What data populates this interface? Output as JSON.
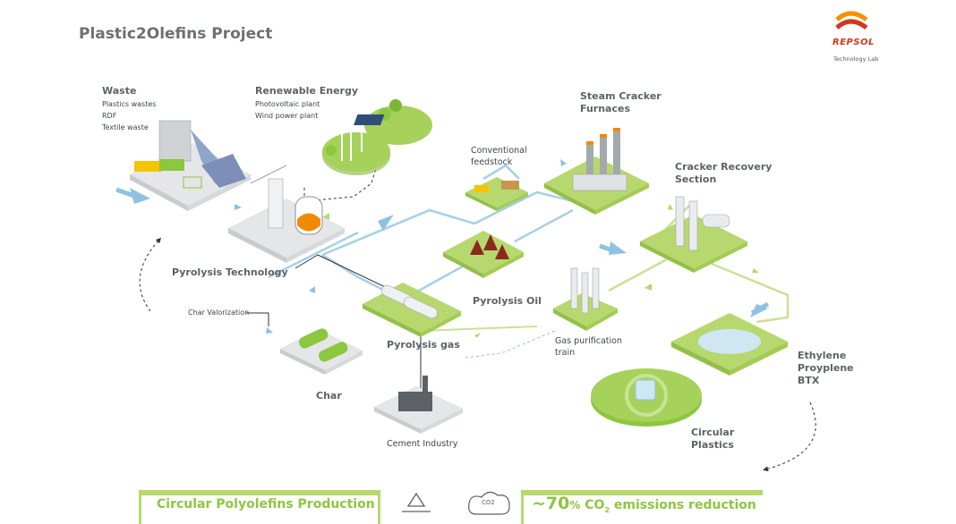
{
  "title": "Plastic2Olefins Project",
  "logo": {
    "brand": "REPSOL",
    "subtitle": "Technology Lab"
  },
  "waste": {
    "title": "Waste",
    "items": [
      "Plastics wastes",
      "RDF",
      "Textile waste"
    ]
  },
  "renewable": {
    "title": "Renewable Energy",
    "items": [
      "Photovoltaic plant",
      "Wind power plant"
    ]
  },
  "steam_cracker": {
    "line1": "Steam Cracker",
    "line2": "Furnaces"
  },
  "conventional": {
    "line1": "Conventional",
    "line2": "feedstock"
  },
  "cracker_recovery": {
    "line1": "Cracker Recovery",
    "line2": "Section"
  },
  "pyrolysis_technology": "Pyrolysis Technology",
  "pyrolysis_oil": "Pyrolysis Oil",
  "char_valorization": "Char Valorization",
  "pyrolysis_gas": "Pyrolysis gas",
  "gas_purification": {
    "line1": "Gas purification",
    "line2": "train"
  },
  "products": {
    "line1": "Ethylene",
    "line2": "Proyplene",
    "line3": "BTX"
  },
  "char": "Char",
  "cement": "Cement Industry",
  "circular_plastics": {
    "line1": "Circular",
    "line2": "Plastics"
  },
  "bottom": {
    "left": "Circular Polyolefins Production",
    "co2_icon_label": "CO2",
    "right_prefix": "~70",
    "right_percent": "%",
    "right_suffix": " CO",
    "right_sub": "2",
    "right_tail": " emissions reduction"
  },
  "colors": {
    "green": "#8dc63f",
    "light_green": "#b7d86e",
    "blue_arrow": "#8fc2e0",
    "title_gray": "#6b7075",
    "repsol_red": "#d5361c",
    "repsol_orange": "#f39200"
  }
}
